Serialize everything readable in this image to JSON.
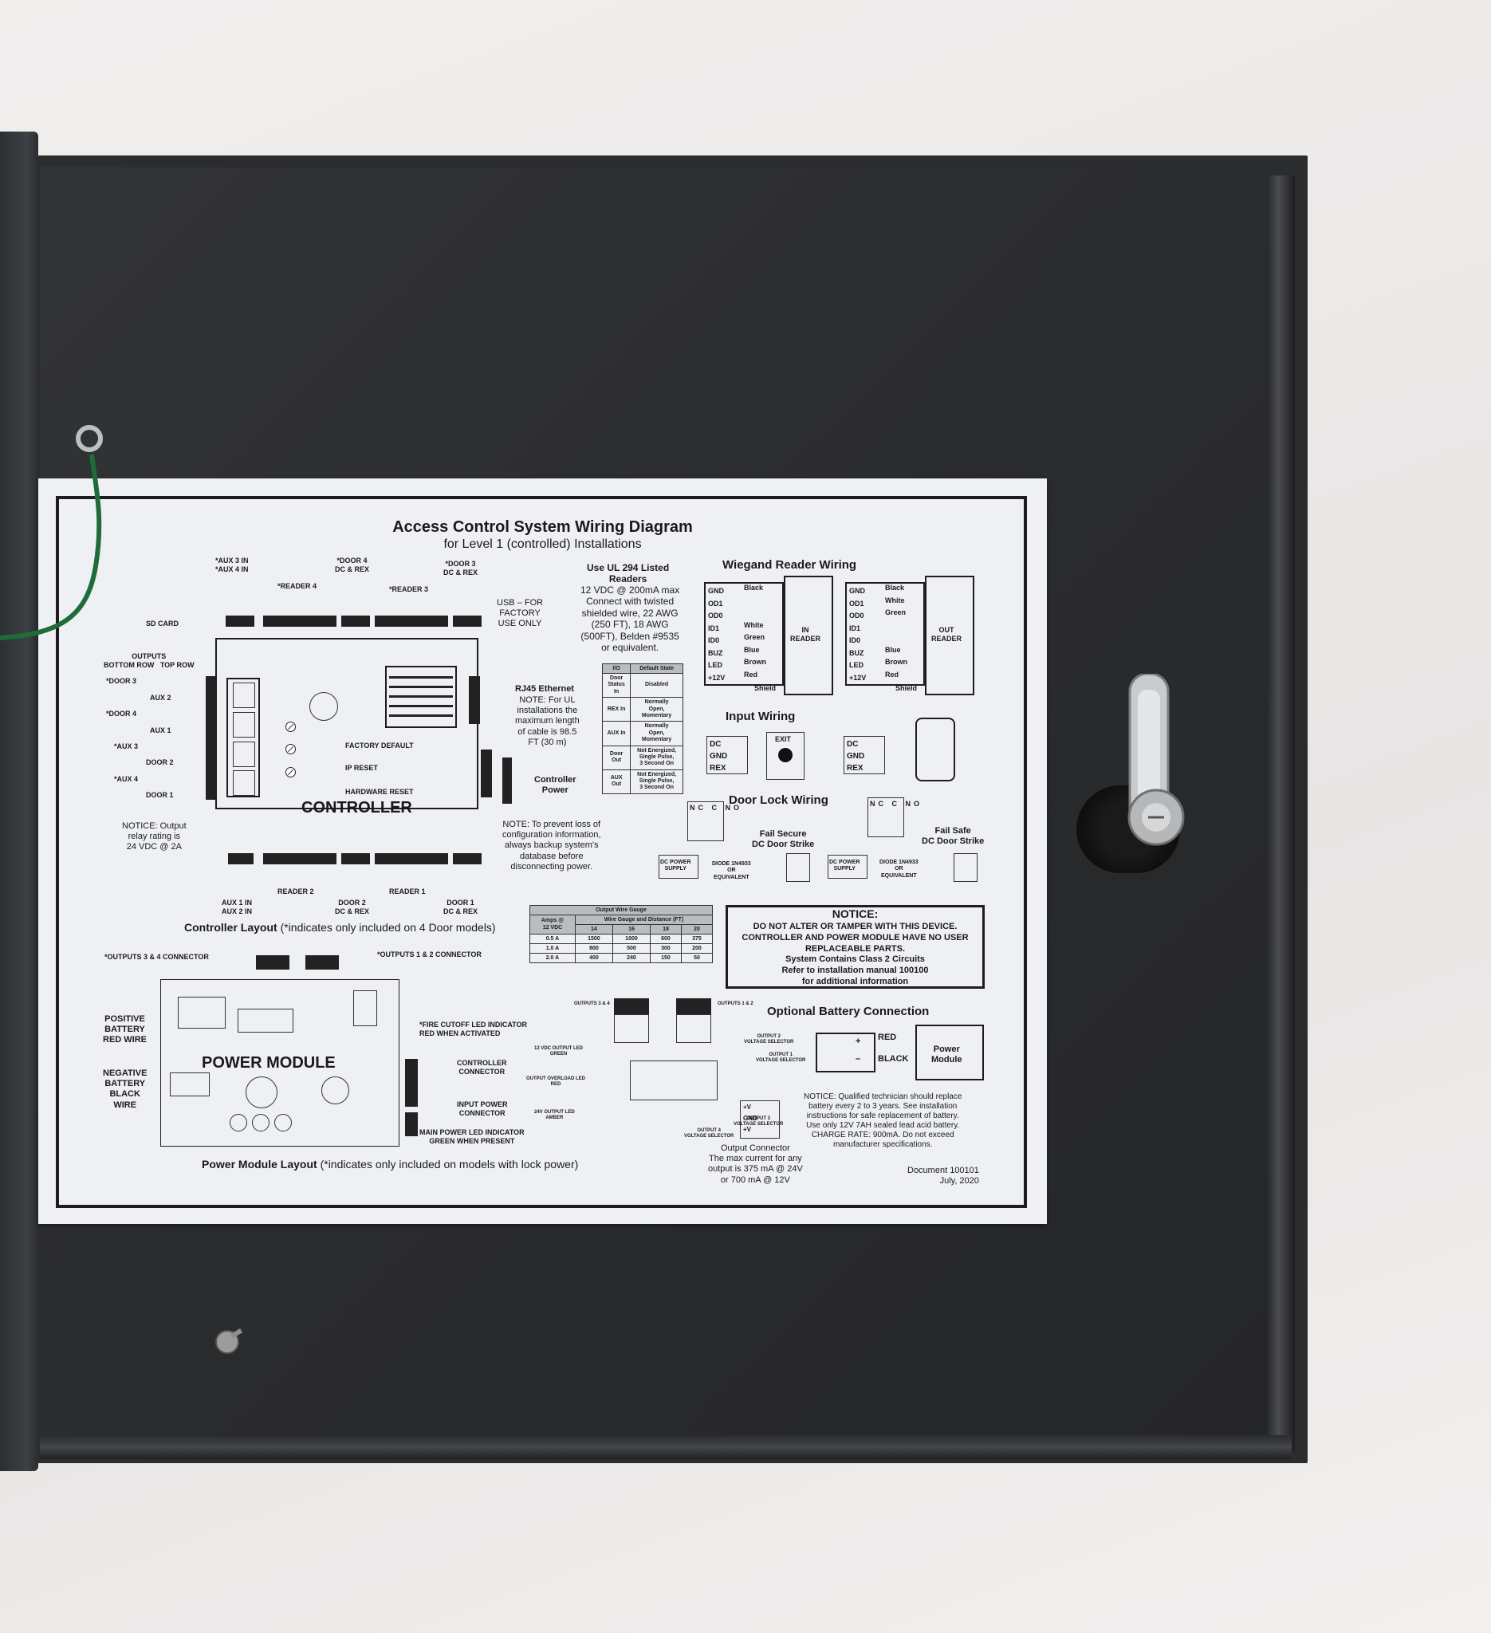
{
  "diagram": {
    "title": "Access Control System Wiring Diagram",
    "subtitle": "for Level 1 (controlled) Installations",
    "controller": {
      "top_labels": [
        "*AUX 3 IN\n*AUX 4 IN",
        "*READER 4",
        "*DOOR 4\nDC & REX",
        "*READER 3",
        "*DOOR 3\nDC & REX"
      ],
      "sd_card": "SD CARD",
      "outputs_hdr": "OUTPUTS\nBOTTOM ROW   TOP ROW",
      "outputs": [
        "*DOOR 3",
        "AUX 2",
        "*DOOR 4",
        "AUX 1",
        "*AUX 3",
        "DOOR 2",
        "*AUX 4",
        "DOOR 1"
      ],
      "usb": "USB – FOR\nFACTORY\nUSE ONLY",
      "rj45_title": "RJ45 Ethernet",
      "rj45_note": "NOTE: For UL\ninstallations the\nmaximum length\nof cable is 98.5\nFT (30 m)",
      "factory_default": "FACTORY DEFAULT",
      "ip_reset": "IP RESET",
      "hardware_reset": "HARDWARE RESET",
      "name": "CONTROLLER",
      "controller_power": "Controller\nPower",
      "notice_output": "NOTICE: Output\nrelay rating is\n24 VDC @ 2A",
      "note_backup": "NOTE: To prevent loss of\nconfiguration information,\nalways backup system's\ndatabase before\ndisconnecting power.",
      "bottom_labels": [
        "AUX 1 IN\nAUX 2 IN",
        "READER 2",
        "DOOR 2\nDC & REX",
        "READER 1",
        "DOOR 1\nDC & REX"
      ],
      "layout_caption": "Controller Layout",
      "layout_caption_note": "(*indicates only included on 4 Door models)"
    },
    "readers": {
      "ul_title": "Use UL 294 Listed\nReaders",
      "ul_text": "12 VDC @ 200mA max\nConnect with twisted\nshielded wire, 22 AWG\n(250 FT), 18 AWG\n(500FT), Belden #9535\nor equivalent.",
      "wiegand_title": "Wiegand Reader Wiring",
      "pins": [
        "GND",
        "OD1",
        "OD0",
        "ID1",
        "ID0",
        "BUZ",
        "LED",
        "+12V"
      ],
      "in_colors": [
        "Black",
        "",
        "",
        "White",
        "Green",
        "Blue",
        "Brown",
        "Red"
      ],
      "out_colors": [
        "Black",
        "White",
        "Green",
        "",
        "",
        "Blue",
        "Brown",
        "Red"
      ],
      "shield": "Shield",
      "in_reader": "IN\nREADER",
      "out_reader": "OUT\nREADER"
    },
    "io_table": {
      "headers": [
        "I/O",
        "Default State"
      ],
      "rows": [
        [
          "Door\nStatus\nIn",
          "Disabled"
        ],
        [
          "REX In",
          "Normally\nOpen,\nMomentary"
        ],
        [
          "AUX In",
          "Normally\nOpen,\nMomentary"
        ],
        [
          "Door\nOut",
          "Not Energized,\nSingle Pulse,\n3 Second On"
        ],
        [
          "AUX\nOut",
          "Not Energized,\nSingle Pulse,\n3 Second On"
        ]
      ]
    },
    "input_wiring": {
      "title": "Input Wiring",
      "pins": [
        "DC",
        "GND",
        "REX"
      ],
      "exit": "EXIT"
    },
    "door_lock": {
      "title": "Door Lock Wiring",
      "nc_c_no": [
        "NC",
        "C",
        "NO"
      ],
      "fail_secure": "Fail Secure\nDC Door Strike",
      "fail_safe": "Fail Safe\nDC Door Strike",
      "dc_power": "DC POWER\nSUPPLY",
      "diode": "DIODE 1N4933\nOR\nEQUIVALENT"
    },
    "gauge_table": {
      "title": "Output Wire Gauge",
      "amps_hdr": "Amps @\n12 VDC",
      "sub_hdr": "Wire Gauge and Distance (FT)",
      "gauges": [
        "14",
        "16",
        "18",
        "20"
      ],
      "rows": [
        [
          "0.5 A",
          "1500",
          "1000",
          "600",
          "375"
        ],
        [
          "1.0 A",
          "800",
          "500",
          "300",
          "200"
        ],
        [
          "2.0 A",
          "400",
          "240",
          "150",
          "50"
        ]
      ]
    },
    "notice": {
      "title": "NOTICE:",
      "text": "DO NOT ALTER OR TAMPER WITH THIS DEVICE.\nCONTROLLER AND POWER MODULE HAVE NO USER\nREPLACEABLE PARTS.\nSystem Contains Class 2 Circuits\nRefer to installation manual 100100\nfor additional information"
    },
    "power_module": {
      "outputs_34": "*OUTPUTS 3 & 4 CONNECTOR",
      "outputs_12": "*OUTPUTS 1 & 2 CONNECTOR",
      "pos_batt": "POSITIVE\nBATTERY\nRED WIRE",
      "neg_batt": "NEGATIVE\nBATTERY\nBLACK\nWIRE",
      "name": "POWER MODULE",
      "fire_cutoff": "*FIRE CUTOFF LED INDICATOR\nRED WHEN ACTIVATED",
      "controller_connector": "CONTROLLER\nCONNECTOR",
      "input_power": "INPUT POWER\nCONNECTOR",
      "main_power_led": "MAIN POWER LED INDICATOR\nGREEN WHEN PRESENT",
      "layout_caption": "Power Module Layout",
      "layout_caption_note": "(*indicates only included on models with lock power)"
    },
    "output_detail": {
      "outputs_34": "OUTPUTS 3 & 4",
      "outputs_12": "OUTPUTS 1 & 2",
      "v12_led": "12 VDC OUTPUT LED\nGREEN",
      "overload_led": "OUTPUT OVERLOAD LED\nRED",
      "v24_led": "24V OUTPUT LED\nAMBER",
      "output2_sel": "OUTPUT 2\nVOLTAGE SELECTOR",
      "output1_sel": "OUTPUT 1\nVOLTAGE SELECTOR",
      "output3_sel": "OUTPUT 3\nVOLTAGE SELECTOR",
      "output4_sel": "OUTPUT 4\nVOLTAGE SELECTOR",
      "connector_pins": [
        "+V",
        "GND",
        "+V"
      ],
      "connector_title": "Output Connector",
      "connector_text": "The max current for any\noutput is 375 mA @ 24V\nor 700 mA @ 12V"
    },
    "battery": {
      "title": "Optional Battery Connection",
      "red": "RED",
      "black": "BLACK",
      "plus": "+",
      "minus": "–",
      "power_module": "Power\nModule",
      "notice_text": "NOTICE: Qualified technician should replace\nbattery every 2 to 3 years. See installation\ninstructions for safe replacement of battery.\nUse only 12V 7AH sealed lead acid battery.\nCHARGE RATE: 900mA. Do not exceed\nmanufacturer specifications."
    },
    "document": "Document 100101\nJuly, 2020"
  }
}
